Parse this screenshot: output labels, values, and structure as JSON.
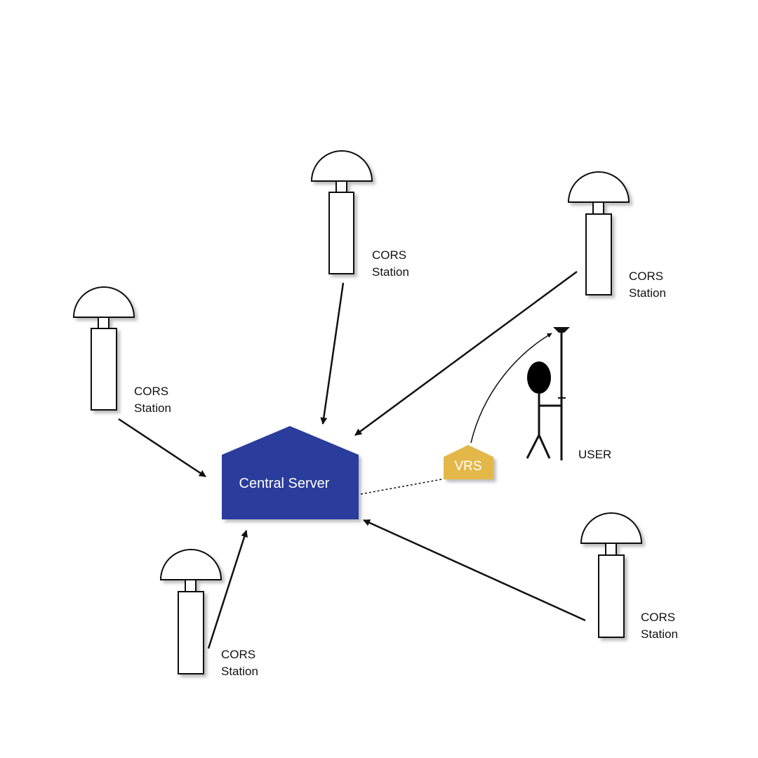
{
  "stations": [
    {
      "label_line1": "CORS",
      "label_line2": "Station"
    },
    {
      "label_line1": "CORS",
      "label_line2": "Station"
    },
    {
      "label_line1": "CORS",
      "label_line2": "Station"
    },
    {
      "label_line1": "CORS",
      "label_line2": "Station"
    },
    {
      "label_line1": "CORS",
      "label_line2": "Station"
    }
  ],
  "central_server": {
    "label": "Central Server",
    "color": "#2b3e9c"
  },
  "vrs": {
    "label": "VRS",
    "color": "#e3b84a"
  },
  "user": {
    "label": "USER"
  }
}
